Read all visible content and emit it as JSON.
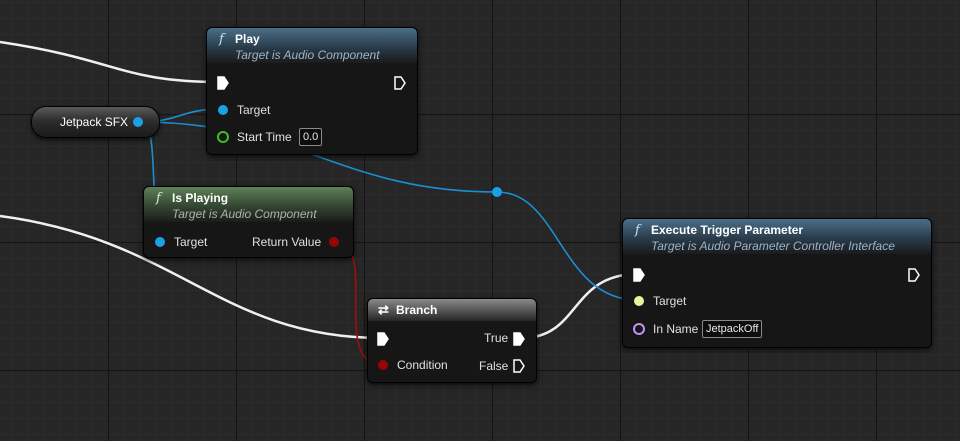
{
  "variable": {
    "label": "Jetpack SFX"
  },
  "nodes": {
    "play": {
      "title": "Play",
      "subtitle": "Target is Audio Component",
      "icon": "function-icon",
      "pins": {
        "target": "Target",
        "start_time": "Start Time",
        "start_time_value": "0.0"
      }
    },
    "is_playing": {
      "title": "Is Playing",
      "subtitle": "Target is Audio Component",
      "icon": "function-icon",
      "pins": {
        "target": "Target",
        "return_value": "Return Value"
      }
    },
    "branch": {
      "title": "Branch",
      "icon": "branch-icon",
      "pins": {
        "condition": "Condition",
        "true": "True",
        "false": "False"
      }
    },
    "execute_trigger": {
      "title": "Execute Trigger Parameter",
      "subtitle": "Target is Audio Parameter Controller Interface",
      "icon": "function-icon",
      "pins": {
        "target": "Target",
        "in_name": "In Name",
        "in_name_value": "JetpackOff"
      }
    }
  },
  "colors": {
    "exec": "#ffffff",
    "object": "#1aa0e6",
    "bool": "#950606",
    "float": "#3dbf22",
    "interface": "#e8f5a0",
    "name": "#c693f2"
  },
  "icon_glyphs": {
    "function": "f",
    "branch": "⇄"
  }
}
